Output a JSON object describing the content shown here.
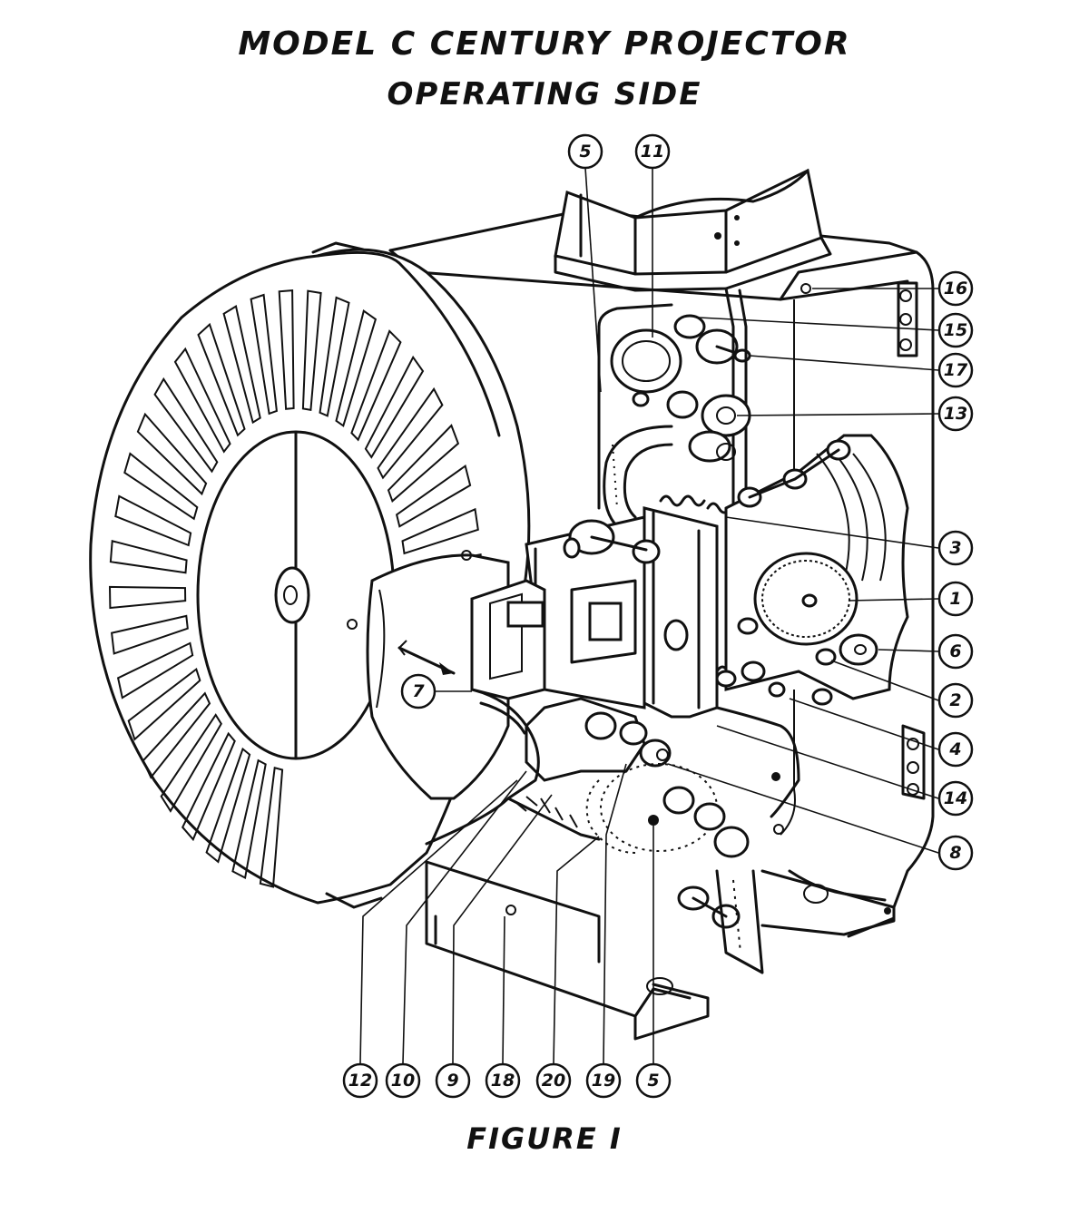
{
  "title_line1": "MODEL C CENTURY PROJECTOR",
  "title_line2": "OPERATING SIDE",
  "caption": "FIGURE I",
  "callouts": {
    "c5top": "5",
    "c11": "11",
    "c16": "16",
    "c15": "15",
    "c17": "17",
    "c13": "13",
    "c3": "3",
    "c1": "1",
    "c6": "6",
    "c2": "2",
    "c4": "4",
    "c14": "14",
    "c8": "8",
    "c7": "7",
    "c12": "12",
    "c10": "10",
    "c9": "9",
    "c18": "18",
    "c20": "20",
    "c19": "19",
    "c5bot": "5"
  }
}
